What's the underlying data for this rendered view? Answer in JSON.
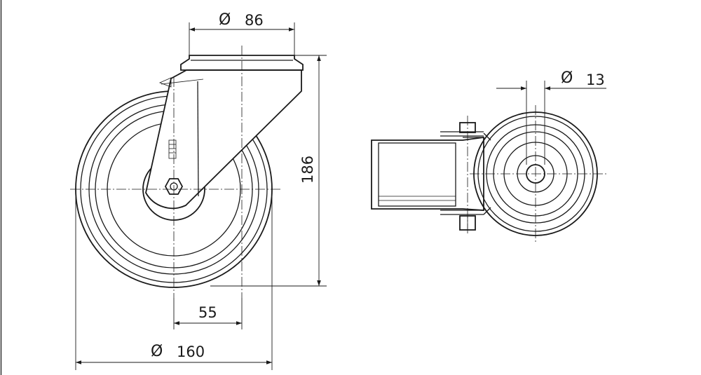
{
  "dimensions": {
    "diameter_symbol": "Ø",
    "bracket_width": {
      "value": "86"
    },
    "bolt_hole": {
      "value": "13"
    },
    "overall_height": {
      "value": "186"
    },
    "offset": {
      "value": "55"
    },
    "wheel_diameter": {
      "value": "160"
    }
  },
  "colors": {
    "line": "#1a1a1a",
    "background": "#ffffff"
  }
}
